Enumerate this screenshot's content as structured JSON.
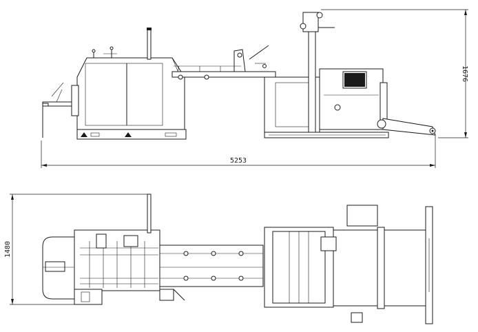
{
  "dimensions": {
    "overall_length": "5253",
    "overall_height": "1676",
    "overall_width": "1480"
  },
  "colors": {
    "line": "#1a1a1a",
    "background": "#ffffff"
  }
}
